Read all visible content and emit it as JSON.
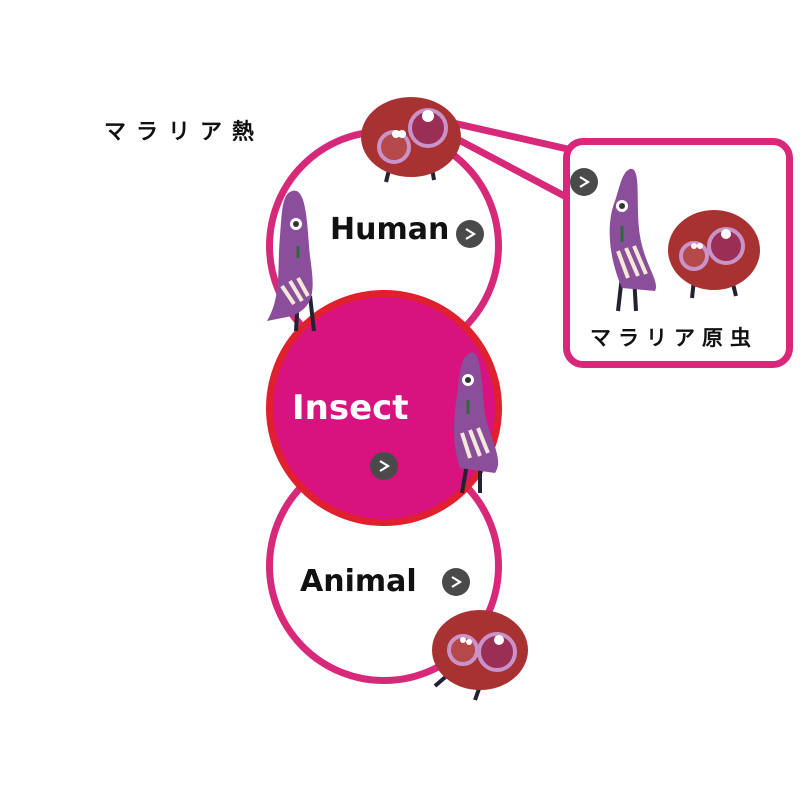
{
  "title_label": "マラリア熱",
  "nodes": {
    "human": {
      "label": "Human"
    },
    "insect": {
      "label": "Insect"
    },
    "animal": {
      "label": "Animal"
    }
  },
  "callout": {
    "label": "マラリア原虫"
  },
  "icons": {
    "arrow": "chevron-right-icon",
    "parasite": "plasmodium-character",
    "blood_cell": "red-blood-cell-character"
  },
  "colors": {
    "ring": "#d8287a",
    "insect_fill": "#d8127f",
    "insect_border": "#e0202e",
    "arrow_button": "#4a4a4a",
    "blood_cell": "#a83232",
    "parasite": "#8a4e9a"
  }
}
